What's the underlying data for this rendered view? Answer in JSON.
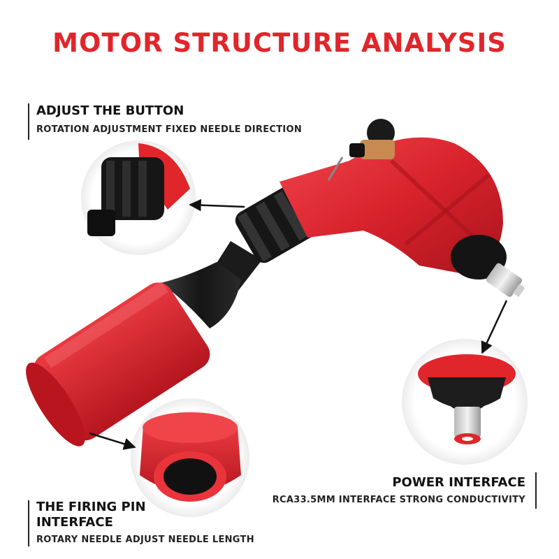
{
  "title": "MOTOR STRUCTURE ANALYSIS",
  "callouts": {
    "adjust_button": {
      "heading": "ADJUST THE BUTTON",
      "description": "ROTATION ADJUSTMENT FIXED NEEDLE DIRECTION"
    },
    "power_interface": {
      "heading": "POWER INTERFACE",
      "description": "RCA33.5MM INTERFACE STRONG CONDUCTIVITY"
    },
    "firing_pin": {
      "heading_line1": "THE FIRING PIN",
      "heading_line2": "INTERFACE",
      "description": "ROTARY NEEDLE ADJUST NEEDLE LENGTH"
    }
  },
  "colors": {
    "accent_red": "#e0262b",
    "body_red": "#d8222c",
    "rubber_black": "#1a1a1a",
    "text_dark": "#111111"
  },
  "icons": [
    "adjust-knob-detail",
    "power-connector-detail",
    "firing-pin-detail",
    "tattoo-machine"
  ]
}
